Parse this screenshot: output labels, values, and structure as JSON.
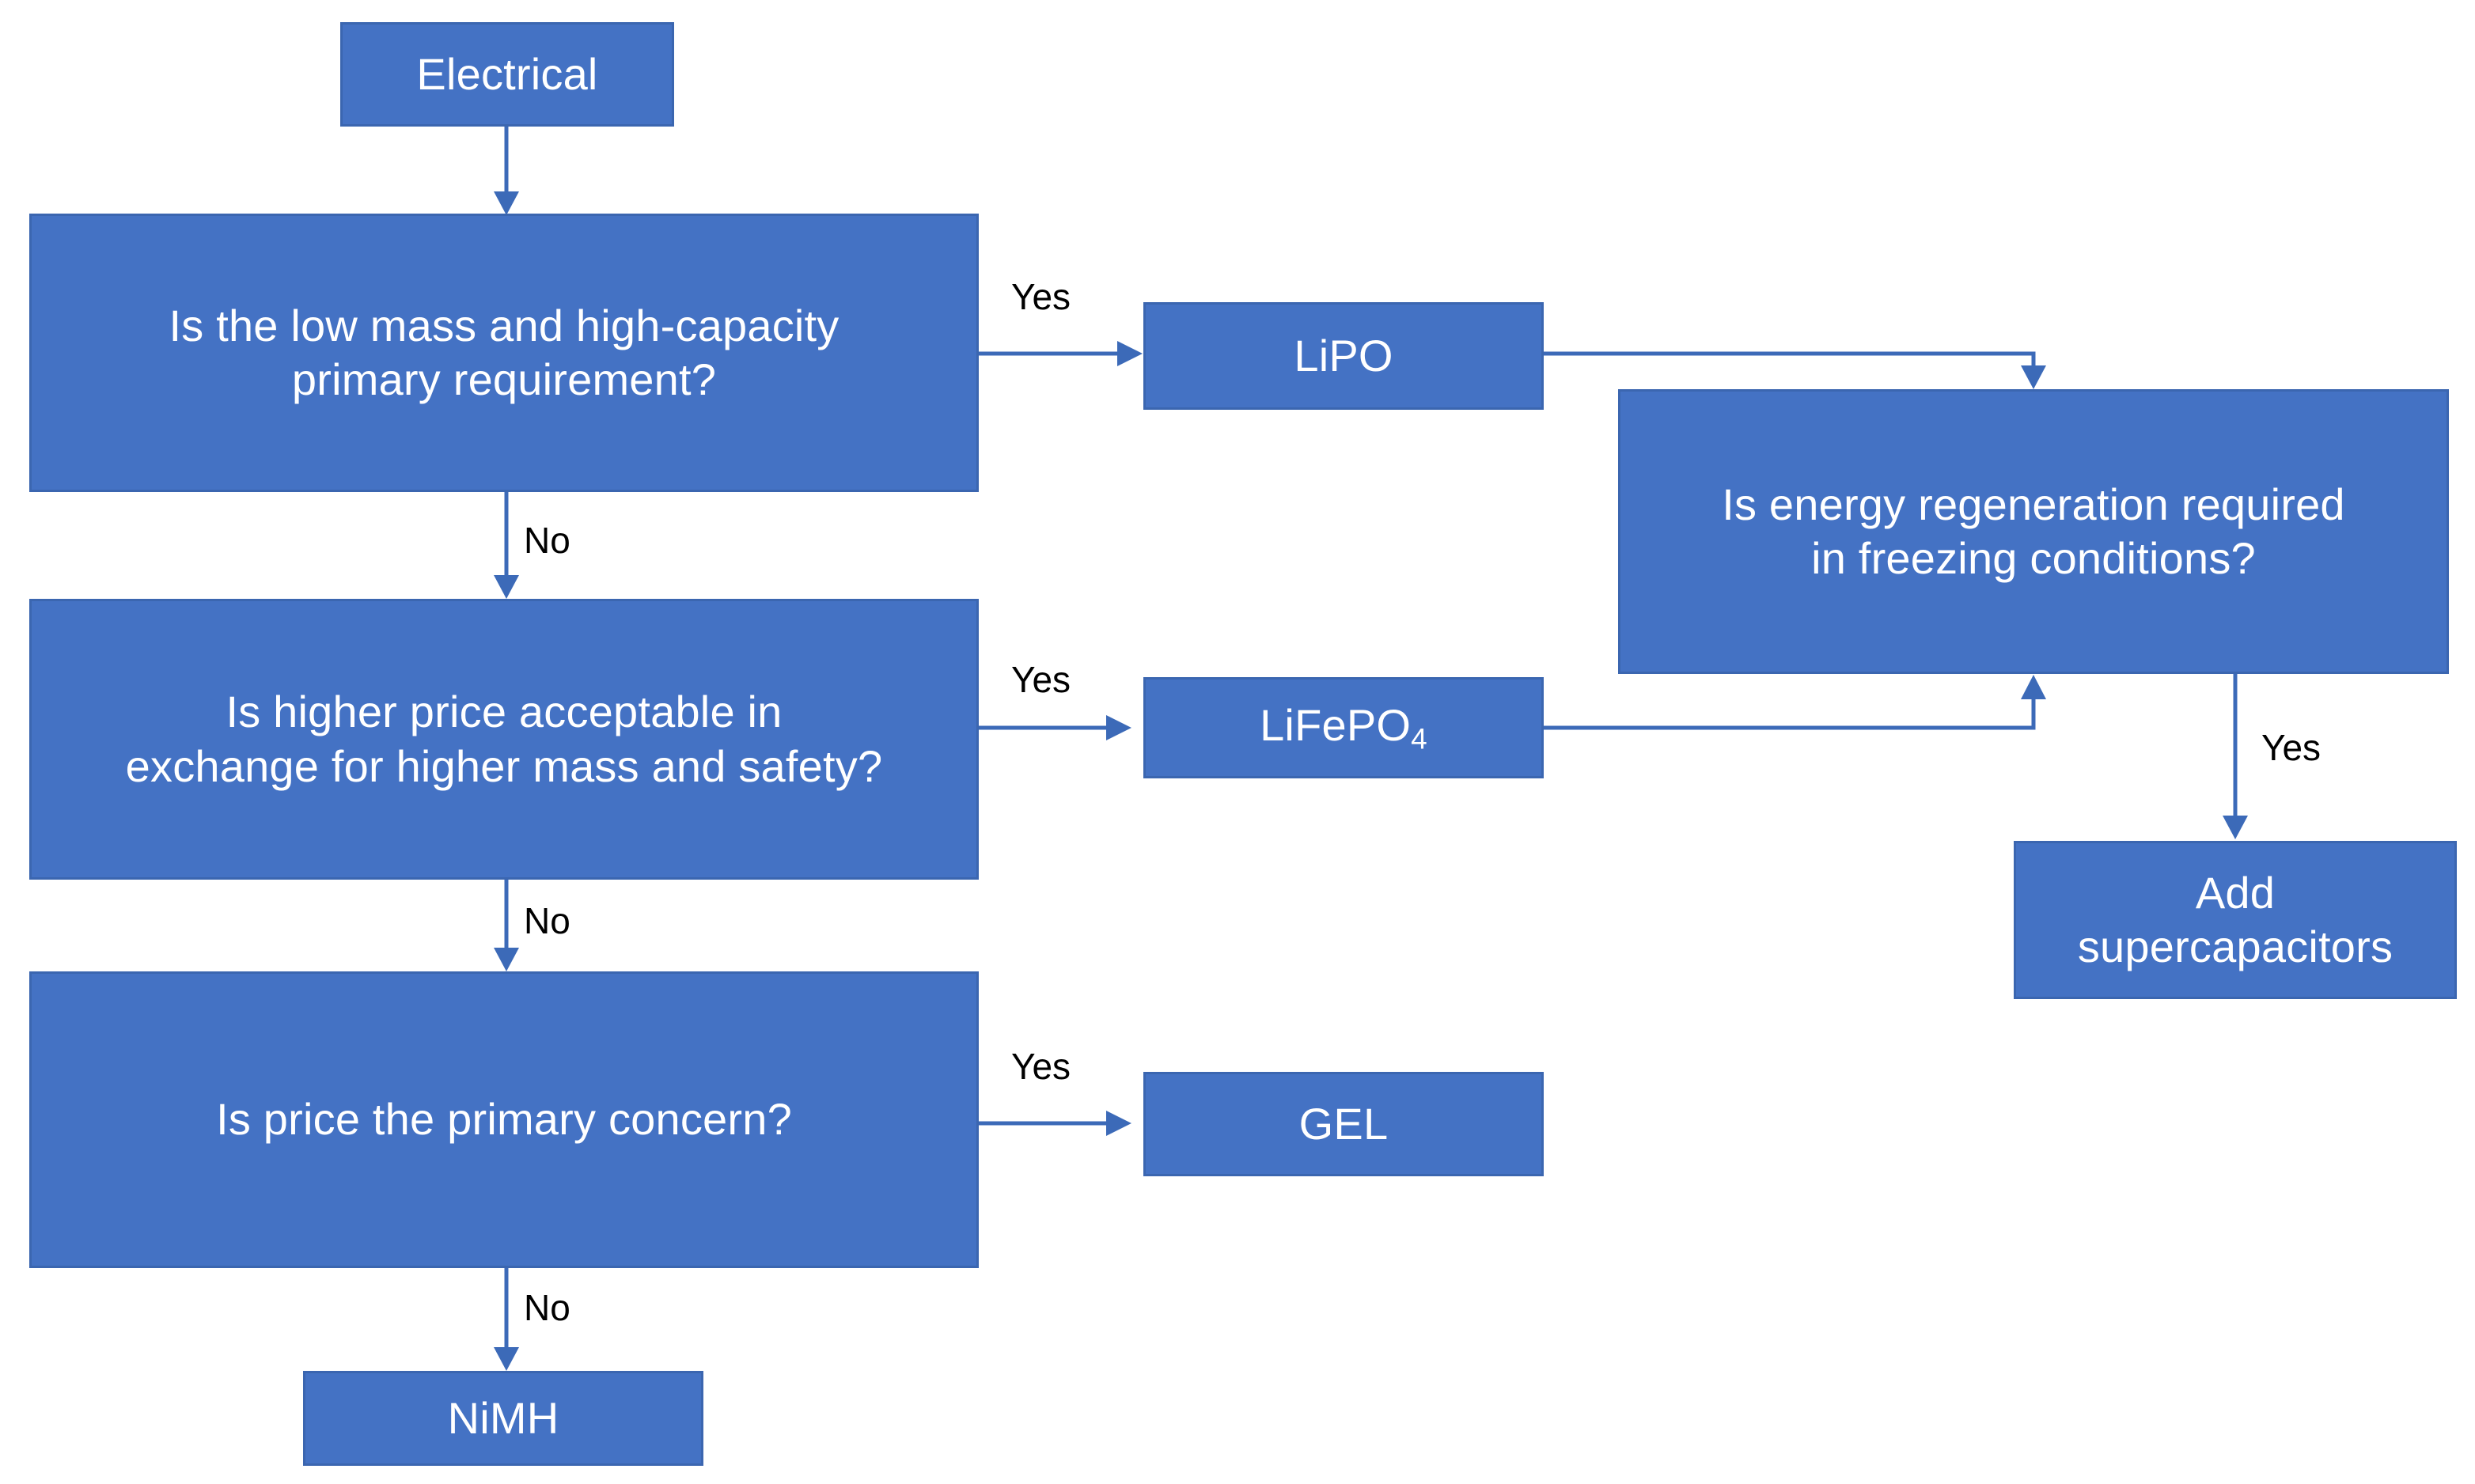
{
  "diagram": {
    "title": "Electrical power source selection flowchart",
    "colors": {
      "node_fill": "#4472C4",
      "node_border": "#3B66B0",
      "node_text": "#FFFFFF",
      "connector": "#3C6AB8",
      "label_text": "#000000",
      "background": "#FFFFFF"
    },
    "nodes": [
      {
        "id": "electrical",
        "label": "Electrical",
        "type": "start"
      },
      {
        "id": "q1",
        "label": "Is the low mass and high-capacity\nprimary requirement?",
        "type": "decision"
      },
      {
        "id": "lipo",
        "label": "LiPO",
        "type": "result"
      },
      {
        "id": "q_regen",
        "label": "Is energy regeneration required\nin freezing conditions?",
        "type": "decision"
      },
      {
        "id": "q2",
        "label": "Is higher price acceptable in\nexchange for higher mass and safety?",
        "type": "decision"
      },
      {
        "id": "lifepo4",
        "label": "LiFePO4",
        "label_base": "LiFePO",
        "label_sub": "4",
        "type": "result"
      },
      {
        "id": "supercaps",
        "label": "Add\nsupercapacitors",
        "type": "result"
      },
      {
        "id": "q3",
        "label": "Is price the primary concern?",
        "type": "decision"
      },
      {
        "id": "gel",
        "label": "GEL",
        "type": "result"
      },
      {
        "id": "nimh",
        "label": "NiMH",
        "type": "result"
      }
    ],
    "edge_labels": {
      "q1_yes": "Yes",
      "q1_no": "No",
      "q2_yes": "Yes",
      "q2_no": "No",
      "q3_yes": "Yes",
      "q3_no": "No",
      "regen_yes": "Yes"
    },
    "edges": [
      {
        "from": "electrical",
        "to": "q1",
        "label": ""
      },
      {
        "from": "q1",
        "to": "lipo",
        "label": "Yes"
      },
      {
        "from": "q1",
        "to": "q2",
        "label": "No"
      },
      {
        "from": "lipo",
        "to": "q_regen",
        "label": ""
      },
      {
        "from": "q2",
        "to": "lifepo4",
        "label": "Yes"
      },
      {
        "from": "lifepo4",
        "to": "q_regen",
        "label": ""
      },
      {
        "from": "q2",
        "to": "q3",
        "label": "No"
      },
      {
        "from": "q_regen",
        "to": "supercaps",
        "label": "Yes"
      },
      {
        "from": "q3",
        "to": "gel",
        "label": "Yes"
      },
      {
        "from": "q3",
        "to": "nimh",
        "label": "No"
      }
    ]
  }
}
